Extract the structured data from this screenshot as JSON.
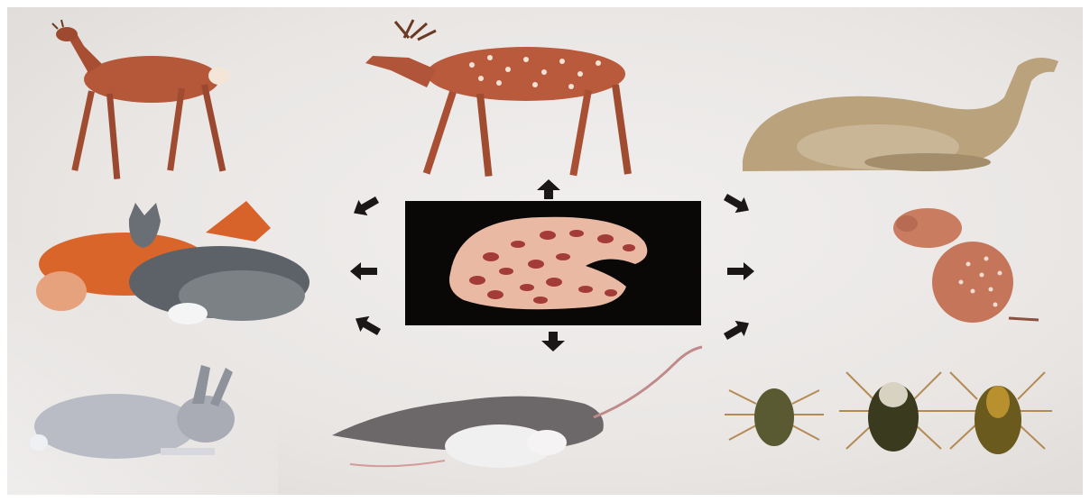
{
  "image": {
    "description_free": true
  },
  "colors": {
    "background": "#ebe8e6",
    "center_panel": "#0a0807",
    "arrow": "#1a1716",
    "deer_fur": "#b5583a",
    "fox_fur": "#d9652b",
    "arctic_fox_fur": "#5d6268",
    "camel_fur": "#b9a27c",
    "squirrel_fur": "#c4755a",
    "hare_fur": "#b9bcc4",
    "rat_fur": "#6c6869",
    "tick_body": "#5a5a32",
    "organ_pink": "#e9b9a4",
    "lesion_red": "#a33b36"
  },
  "figures": [
    {
      "id": "roe-deer",
      "icon": "roe-deer-illustration"
    },
    {
      "id": "spotted-deer",
      "icon": "spotted-deer-illustration"
    },
    {
      "id": "camel",
      "icon": "camel-illustration"
    },
    {
      "id": "foxes",
      "icon": "fox-pair-illustration"
    },
    {
      "id": "ground-squirrel",
      "icon": "ground-squirrel-illustration"
    },
    {
      "id": "hare",
      "icon": "hare-illustration"
    },
    {
      "id": "rats",
      "icon": "rat-pair-illustration"
    },
    {
      "id": "ticks",
      "icon": "tick-trio-illustration"
    },
    {
      "id": "liver",
      "icon": "diseased-organ-illustration"
    }
  ],
  "arrows": [
    {
      "id": "up",
      "icon": "arrow-up-icon"
    },
    {
      "id": "down",
      "icon": "arrow-down-icon"
    },
    {
      "id": "left-upper",
      "icon": "arrow-up-left-icon"
    },
    {
      "id": "left-middle",
      "icon": "arrow-left-icon"
    },
    {
      "id": "left-lower",
      "icon": "arrow-down-left-icon"
    },
    {
      "id": "right-upper",
      "icon": "arrow-up-right-icon"
    },
    {
      "id": "right-middle",
      "icon": "arrow-right-icon"
    },
    {
      "id": "right-lower",
      "icon": "arrow-down-right-icon"
    }
  ]
}
